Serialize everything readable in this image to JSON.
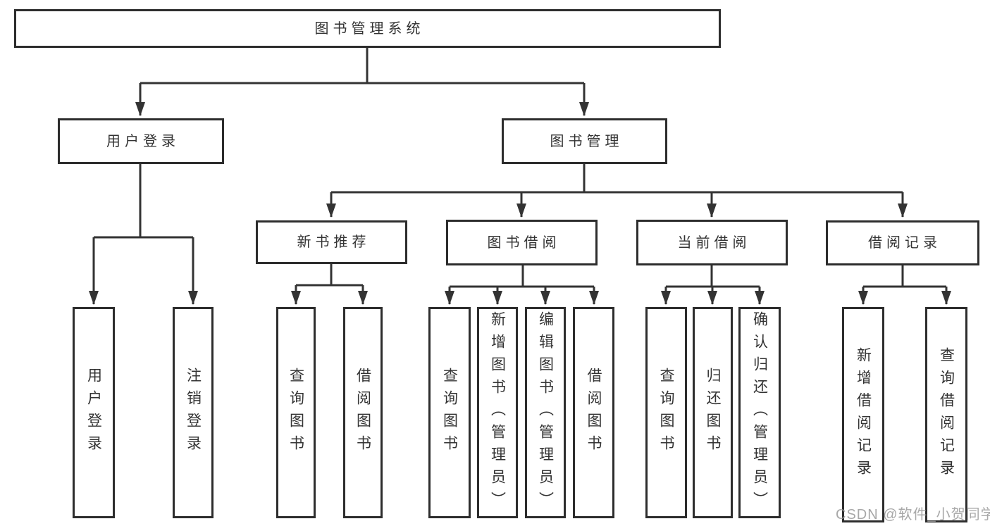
{
  "diagram_type": "hierarchy-diagram",
  "watermark": "CSDN @软件_小贺同学",
  "colors": {
    "background": "#ffffff",
    "box_border": "#2d2d2d",
    "connector_line": "#333333",
    "text": "#333333",
    "watermark_text": "#999999"
  },
  "tree": {
    "root": {
      "label": "图书管理系统",
      "children": [
        {
          "label": "用户登录",
          "children": [
            {
              "label": "用户登录"
            },
            {
              "label": "注销登录"
            }
          ]
        },
        {
          "label": "图书管理",
          "children": [
            {
              "label": "新书推荐",
              "children": [
                {
                  "label": "查询图书"
                },
                {
                  "label": "借阅图书"
                }
              ]
            },
            {
              "label": "图书借阅",
              "children": [
                {
                  "label": "查询图书"
                },
                {
                  "label": "新增图书（管理员）"
                },
                {
                  "label": "编辑图书（管理员）"
                },
                {
                  "label": "借阅图书"
                }
              ]
            },
            {
              "label": "当前借阅",
              "children": [
                {
                  "label": "查询图书"
                },
                {
                  "label": "归还图书"
                },
                {
                  "label": "确认归还（管理员）"
                }
              ]
            },
            {
              "label": "借阅记录",
              "children": [
                {
                  "label": "新增借阅记录"
                },
                {
                  "label": "查询借阅记录"
                }
              ]
            }
          ]
        }
      ]
    }
  }
}
